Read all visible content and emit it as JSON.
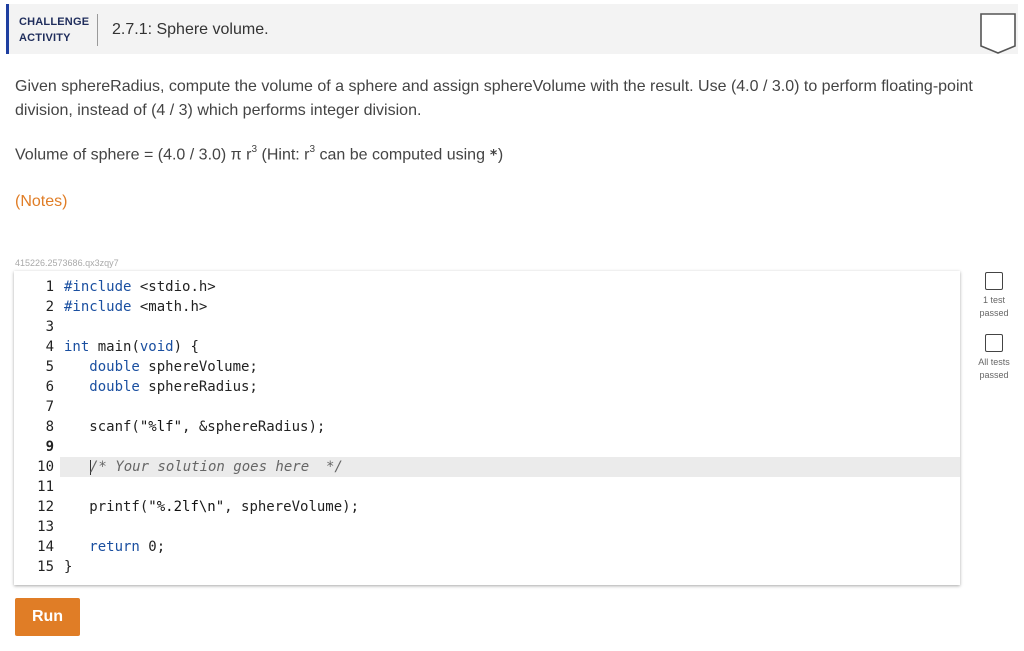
{
  "header": {
    "label_line1": "CHALLENGE",
    "label_line2": "ACTIVITY",
    "title": "2.7.1: Sphere volume.",
    "icon": "empty-badge-icon"
  },
  "description": "Given sphereRadius, compute the volume of a sphere and assign sphereVolume with the result. Use (4.0 / 3.0) to perform floating-point division, instead of (4 / 3) which performs integer division.",
  "formula": {
    "prefix": "Volume of sphere = (4.0 / 3.0) π r",
    "exp": "3",
    "hint_pre": " (Hint: r",
    "hint_exp": "3",
    "hint_mid": " can be computed using ",
    "hint_op": "*",
    "hint_post": ")"
  },
  "notes_label": "(Notes)",
  "exercise_id": "415226.2573686.qx3zqy7",
  "code": {
    "line_numbers": [
      "1",
      "2",
      "3",
      "4",
      "5",
      "6",
      "7",
      "8",
      "9",
      "10",
      "11",
      "12",
      "13",
      "14",
      "15"
    ],
    "l1": "#include",
    "l1b": " <stdio.h>",
    "l2": "#include",
    "l2b": " <math.h>",
    "l4a": "int",
    "l4b": " main(",
    "l4c": "void",
    "l4d": ") {",
    "l5a": "   double",
    "l5b": " sphereVolume;",
    "l6a": "   double",
    "l6b": " sphereRadius;",
    "l8a": "   scanf(",
    "l8b": "\"%lf\"",
    "l8c": ", &sphereRadius);",
    "l10": "/* Your solution goes here  */",
    "l12a": "   printf(",
    "l12b": "\"%.2lf\\n\"",
    "l12c": ", sphereVolume);",
    "l14a": "   return",
    "l14b": " 0;",
    "l15": "}"
  },
  "tests": [
    {
      "label_line1": "1 test",
      "label_line2": "passed",
      "icon": "empty-checkbox-icon"
    },
    {
      "label_line1": "All tests",
      "label_line2": "passed",
      "icon": "empty-checkbox-icon"
    }
  ],
  "run_label": "Run",
  "colors": {
    "accent": "#e07d26",
    "header_border": "#1e3fa0",
    "keyword": "#1a4fa0"
  }
}
